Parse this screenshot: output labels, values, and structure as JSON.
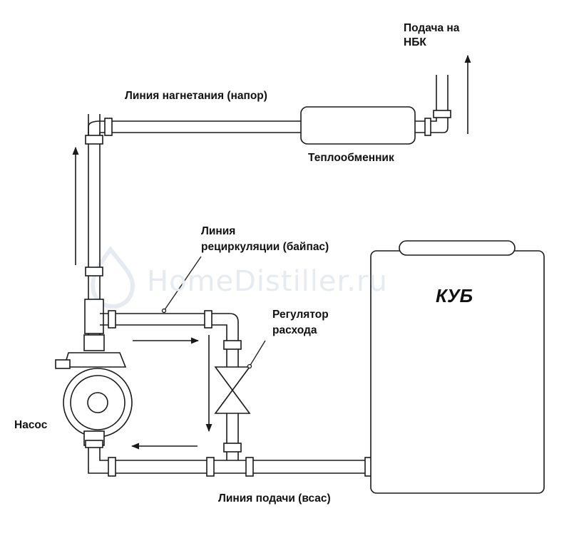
{
  "labels": {
    "supply_nbk": [
      "Подача на",
      "НБК"
    ],
    "pressure_line": "Линия нагнетания (напор)",
    "heat_exchanger": "Теплообменник",
    "recirc_line": [
      "Линия",
      "рециркуляции (байпас)"
    ],
    "flow_regulator": [
      "Регулятор",
      "расхода"
    ],
    "pump": "Насос",
    "suction_line": "Линия подачи (всас)",
    "kub": "КУБ"
  },
  "watermark": "HomeDistiller.ru",
  "colors": {
    "line": "#1a1a1a",
    "watermark": "#e6ebf1"
  }
}
